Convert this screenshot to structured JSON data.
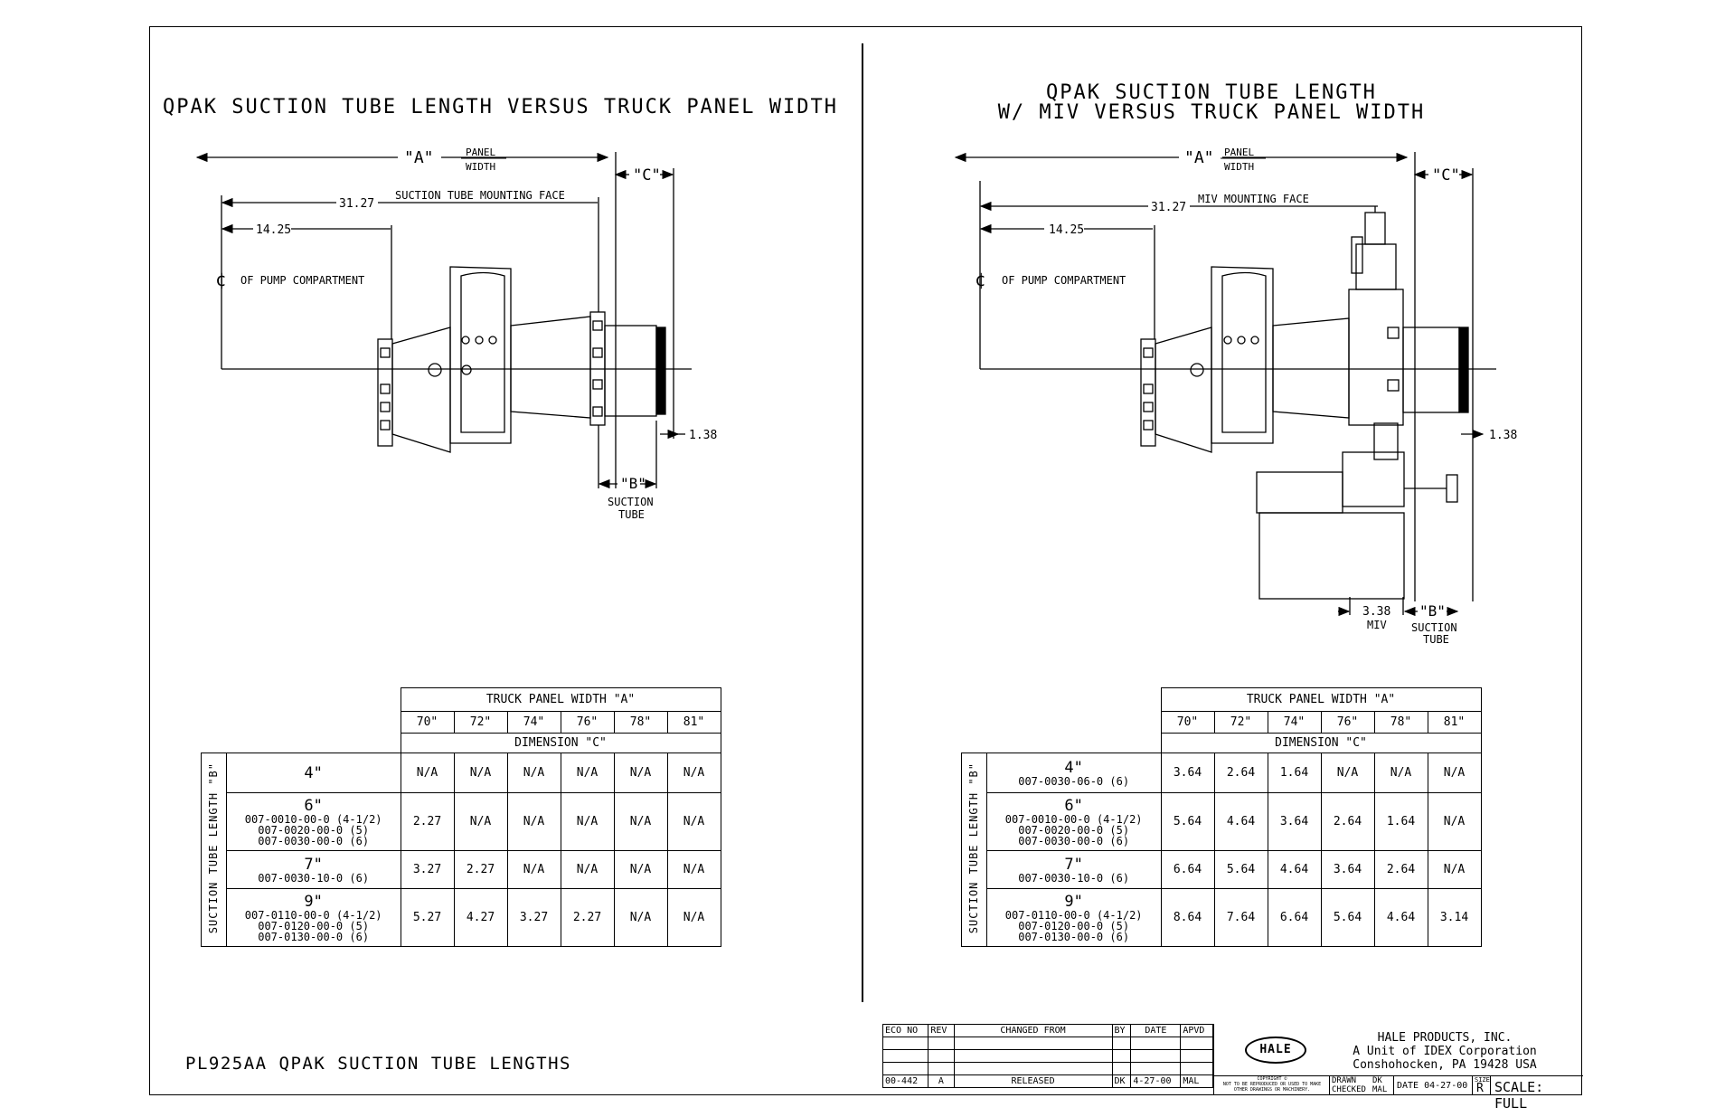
{
  "left": {
    "title": "QPAK SUCTION TUBE LENGTH VERSUS TRUCK PANEL WIDTH",
    "dims": {
      "a": "\"A\"",
      "panel": "PANEL",
      "width": "WIDTH",
      "c": "\"C\"",
      "d3127": "31.27",
      "mount": "SUCTION TUBE MOUNTING FACE",
      "d1425": "14.25",
      "cl": "OF PUMP COMPARTMENT",
      "d138": "1.38",
      "b": "\"B\"",
      "suction": "SUCTION",
      "tube": "TUBE"
    },
    "table": {
      "header": "TRUCK PANEL WIDTH \"A\"",
      "widths": [
        "70\"",
        "72\"",
        "74\"",
        "76\"",
        "78\"",
        "81\""
      ],
      "subheader": "DIMENSION \"C\"",
      "row_axis": "SUCTION TUBE LENGTH \"B\"",
      "rows": [
        {
          "len": "4\"",
          "parts": [],
          "values": [
            "N/A",
            "N/A",
            "N/A",
            "N/A",
            "N/A",
            "N/A"
          ]
        },
        {
          "len": "6\"",
          "parts": [
            "007-0010-00-0 (4-1/2)",
            "007-0020-00-0 (5)",
            "007-0030-00-0 (6)"
          ],
          "values": [
            "2.27",
            "N/A",
            "N/A",
            "N/A",
            "N/A",
            "N/A"
          ]
        },
        {
          "len": "7\"",
          "parts": [
            "007-0030-10-0 (6)"
          ],
          "values": [
            "3.27",
            "2.27",
            "N/A",
            "N/A",
            "N/A",
            "N/A"
          ]
        },
        {
          "len": "9\"",
          "parts": [
            "007-0110-00-0 (4-1/2)",
            "007-0120-00-0 (5)",
            "007-0130-00-0 (6)"
          ],
          "values": [
            "5.27",
            "4.27",
            "3.27",
            "2.27",
            "N/A",
            "N/A"
          ]
        }
      ]
    }
  },
  "right": {
    "title_line1": "QPAK SUCTION TUBE LENGTH",
    "title_line2": "W/ MIV VERSUS TRUCK PANEL WIDTH",
    "dims": {
      "a": "\"A\"",
      "panel": "PANEL",
      "width": "WIDTH",
      "c": "\"C\"",
      "d3127": "31.27",
      "mount": "MIV MOUNTING FACE",
      "d1425": "14.25",
      "cl": "OF PUMP COMPARTMENT",
      "d138": "1.38",
      "d338": "3.38",
      "miv": "MIV",
      "b": "\"B\"",
      "suction": "SUCTION",
      "tube": "TUBE"
    },
    "table": {
      "header": "TRUCK PANEL WIDTH \"A\"",
      "widths": [
        "70\"",
        "72\"",
        "74\"",
        "76\"",
        "78\"",
        "81\""
      ],
      "subheader": "DIMENSION \"C\"",
      "row_axis": "SUCTION TUBE LENGTH \"B\"",
      "rows": [
        {
          "len": "4\"",
          "parts": [
            "007-0030-06-0 (6)"
          ],
          "values": [
            "3.64",
            "2.64",
            "1.64",
            "N/A",
            "N/A",
            "N/A"
          ]
        },
        {
          "len": "6\"",
          "parts": [
            "007-0010-00-0 (4-1/2)",
            "007-0020-00-0 (5)",
            "007-0030-00-0 (6)"
          ],
          "values": [
            "5.64",
            "4.64",
            "3.64",
            "2.64",
            "1.64",
            "N/A"
          ]
        },
        {
          "len": "7\"",
          "parts": [
            "007-0030-10-0 (6)"
          ],
          "values": [
            "6.64",
            "5.64",
            "4.64",
            "3.64",
            "2.64",
            "N/A"
          ]
        },
        {
          "len": "9\"",
          "parts": [
            "007-0110-00-0 (4-1/2)",
            "007-0120-00-0 (5)",
            "007-0130-00-0 (6)"
          ],
          "values": [
            "8.64",
            "7.64",
            "6.64",
            "5.64",
            "4.64",
            "3.14"
          ]
        }
      ]
    }
  },
  "footer_title": "PL925AA QPAK SUCTION TUBE LENGTHS",
  "title_block": {
    "eco_no": "ECO NO",
    "rev": "REV",
    "changed_from": "CHANGED FROM",
    "by": "BY",
    "date": "DATE",
    "apvd": "APVD",
    "row_eco": "00-442",
    "row_rev": "A",
    "row_changed": "RELEASED",
    "row_by": "DK",
    "row_date": "4-27-00",
    "row_apvd": "MAL",
    "logo": "HALE",
    "company": "HALE PRODUCTS, INC.",
    "unit": "A Unit of IDEX Corporation",
    "address": "Conshohocken, PA 19428 USA",
    "copyright": "COPYRIGHT ©",
    "notice": "NOT TO BE REPRODUCED OR USED TO MAKE OTHER DRAWINGS OR MACHINERY.",
    "drawn": "DRAWN",
    "drawn_by": "DK",
    "checked": "CHECKED",
    "checked_by": "MAL",
    "date_label": "DATE 04-27-00",
    "size_label": "SIZE",
    "size_value": "R",
    "scale": "SCALE: FULL"
  }
}
